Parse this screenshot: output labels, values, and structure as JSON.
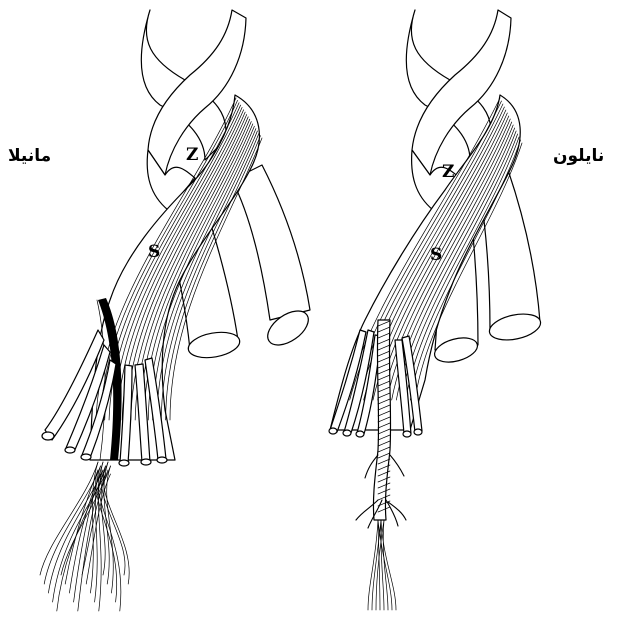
{
  "labels": {
    "manila": "مانيلا",
    "nylon": "نايلون"
  },
  "manila_rope": {
    "z_letter": "Z",
    "s_letter": "S"
  },
  "nylon_rope": {
    "z_letter": "Z",
    "s_letter": "S"
  }
}
